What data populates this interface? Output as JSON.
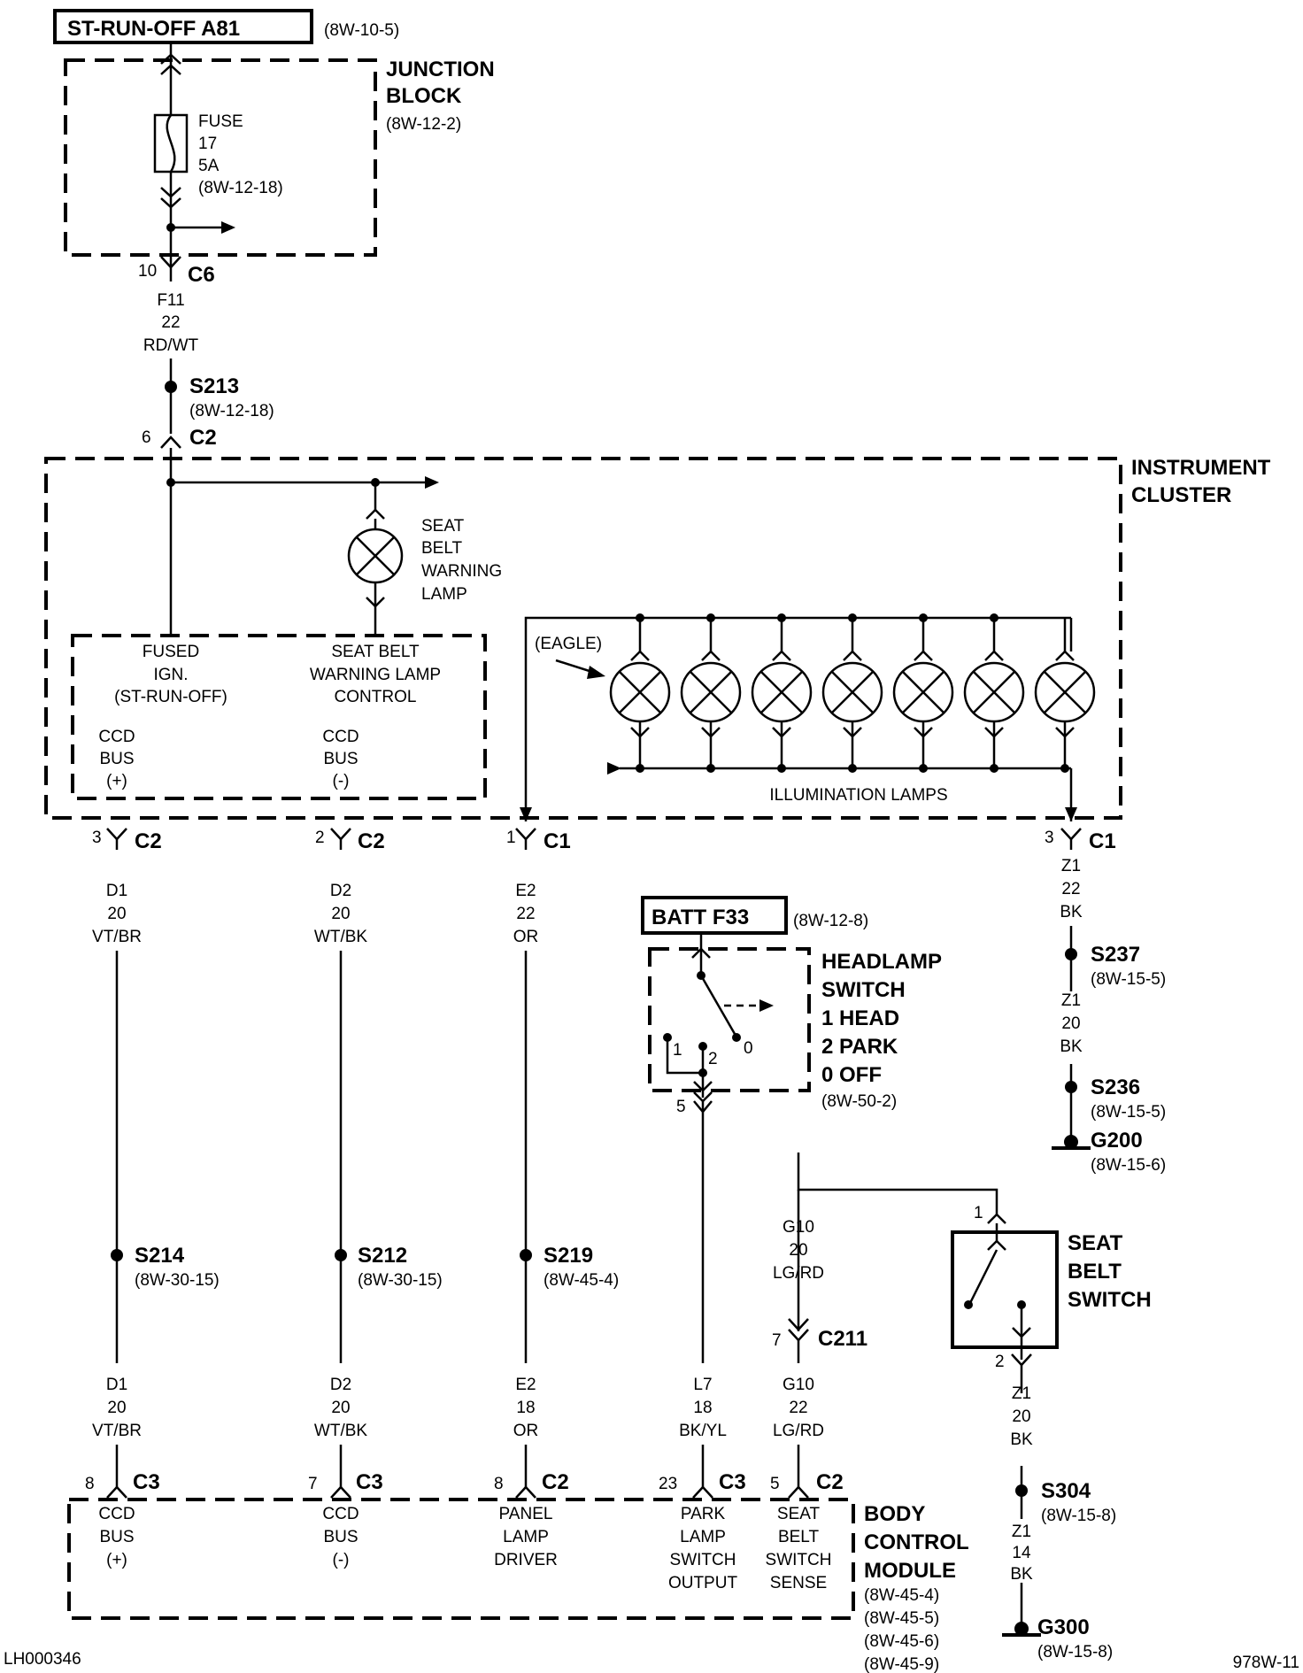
{
  "top": {
    "supply": "ST-RUN-OFF A81",
    "supply_ref": "(8W-10-5)",
    "junction_block": [
      "JUNCTION",
      "BLOCK"
    ],
    "junction_block_ref": "(8W-12-2)",
    "fuse": [
      "FUSE",
      "17",
      "5A",
      "(8W-12-18)"
    ],
    "c6_pin": "10",
    "c6": "C6",
    "wire_f11": [
      "F11",
      "22",
      "RD/WT"
    ],
    "s213": "S213",
    "s213_ref": "(8W-12-18)",
    "c2_top_pin": "6",
    "c2_top": "C2"
  },
  "cluster": {
    "title": [
      "INSTRUMENT",
      "CLUSTER"
    ],
    "seat_belt_lamp": [
      "SEAT",
      "BELT",
      "WARNING",
      "LAMP"
    ],
    "fused_ign": [
      "FUSED",
      "IGN.",
      "(ST-RUN-OFF)"
    ],
    "warning_ctrl": [
      "SEAT BELT",
      "WARNING LAMP",
      "CONTROL"
    ],
    "ccd_pos": [
      "CCD",
      "BUS",
      "(+)"
    ],
    "ccd_neg": [
      "CCD",
      "BUS",
      "(-)"
    ],
    "eagle": "(EAGLE)",
    "illumination": "ILLUMINATION LAMPS"
  },
  "connectors_mid": [
    {
      "pin": "3",
      "name": "C2"
    },
    {
      "pin": "2",
      "name": "C2"
    },
    {
      "pin": "1",
      "name": "C1"
    },
    {
      "pin": "3",
      "name": "C1"
    }
  ],
  "wires_mid": {
    "d1": [
      "D1",
      "20",
      "VT/BR"
    ],
    "d2": [
      "D2",
      "20",
      "WT/BK"
    ],
    "e2": [
      "E2",
      "22",
      "OR"
    ],
    "z1a": [
      "Z1",
      "22",
      "BK"
    ],
    "z1b": [
      "Z1",
      "20",
      "BK"
    ]
  },
  "splices": {
    "s237": "S237",
    "s237_ref": "(8W-15-5)",
    "s236": "S236",
    "s236_ref": "(8W-15-5)",
    "g200": "G200",
    "g200_ref": "(8W-15-6)",
    "s214": "S214",
    "s214_ref": "(8W-30-15)",
    "s212": "S212",
    "s212_ref": "(8W-30-15)",
    "s219": "S219",
    "s219_ref": "(8W-45-4)",
    "s304": "S304",
    "s304_ref": "(8W-15-8)",
    "g300": "G300",
    "g300_ref": "(8W-15-8)"
  },
  "headlamp": {
    "batt": "BATT F33",
    "batt_ref": "(8W-12-8)",
    "title": [
      "HEADLAMP",
      "SWITCH",
      "1 HEAD",
      "2 PARK",
      "0 OFF"
    ],
    "ref": "(8W-50-2)",
    "pos1": "1",
    "pos2": "2",
    "pos0": "0",
    "pin": "5"
  },
  "seatbelt_switch": {
    "title": [
      "SEAT",
      "BELT",
      "SWITCH"
    ],
    "pin1": "1",
    "pin2": "2",
    "wire_g10a": [
      "G10",
      "20",
      "LG/RD"
    ],
    "c211_pin": "7",
    "c211": "C211",
    "z1c": [
      "Z1",
      "20",
      "BK"
    ],
    "z1d": [
      "Z1",
      "14",
      "BK"
    ]
  },
  "bottom_wires": {
    "d1": [
      "D1",
      "20",
      "VT/BR"
    ],
    "d2": [
      "D2",
      "20",
      "WT/BK"
    ],
    "e2": [
      "E2",
      "18",
      "OR"
    ],
    "l7": [
      "L7",
      "18",
      "BK/YL"
    ],
    "g10": [
      "G10",
      "22",
      "LG/RD"
    ]
  },
  "bcm_connectors": [
    {
      "pin": "8",
      "name": "C3"
    },
    {
      "pin": "7",
      "name": "C3"
    },
    {
      "pin": "8",
      "name": "C2"
    },
    {
      "pin": "23",
      "name": "C3"
    },
    {
      "pin": "5",
      "name": "C2"
    }
  ],
  "bcm": {
    "title": [
      "BODY",
      "CONTROL",
      "MODULE"
    ],
    "refs": [
      "(8W-45-4)",
      "(8W-45-5)",
      "(8W-45-6)",
      "(8W-45-9)"
    ],
    "pins": [
      [
        "CCD",
        "BUS",
        "(+)"
      ],
      [
        "CCD",
        "BUS",
        "(-)"
      ],
      [
        "PANEL",
        "LAMP",
        "DRIVER"
      ],
      [
        "PARK",
        "LAMP",
        "SWITCH",
        "OUTPUT"
      ],
      [
        "SEAT",
        "BELT",
        "SWITCH",
        "SENSE"
      ]
    ]
  },
  "footer": {
    "left": "LH000346",
    "right": "978W-11"
  }
}
